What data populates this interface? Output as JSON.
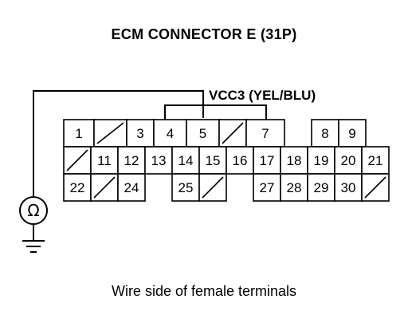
{
  "title": "ECM CONNECTOR E (31P)",
  "caption": "Wire side of female terminals",
  "probe_label": "VCC3 (YEL/BLU)",
  "meter_symbol": "Ω",
  "pins": {
    "row1": [
      "1",
      "",
      "3",
      "4",
      "5",
      "",
      "7",
      "",
      "8",
      "9"
    ],
    "row2": [
      "",
      "11",
      "12",
      "13",
      "14",
      "15",
      "16",
      "17",
      "18",
      "19",
      "20",
      "21"
    ],
    "row3": [
      "22",
      "",
      "24",
      "25",
      "",
      "27",
      "28",
      "29",
      "30",
      ""
    ]
  }
}
